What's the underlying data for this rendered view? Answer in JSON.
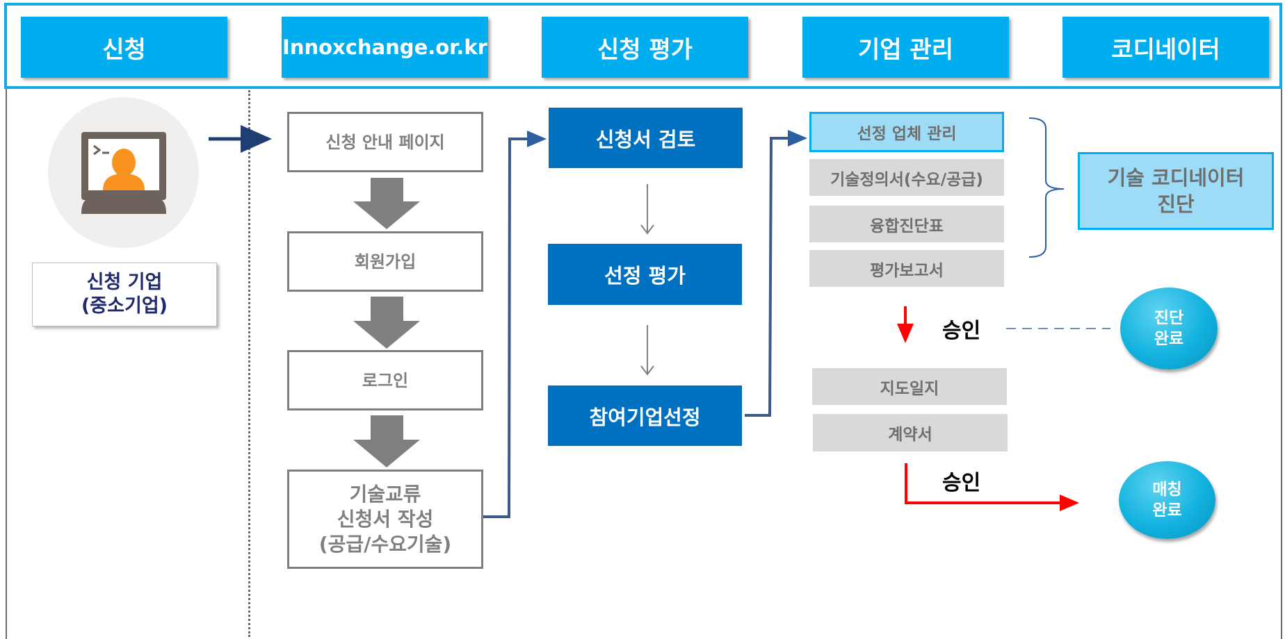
{
  "header": {
    "tabs": [
      "신청",
      "Innoxchange.or.kr",
      "신청 평가",
      "기업 관리",
      "코디네이터"
    ]
  },
  "applicant": {
    "line1": "신청 기업",
    "line2": "(중소기업)"
  },
  "application_steps": {
    "guide": "신청 안내 페이지",
    "signup": "회원가입",
    "login": "로그인",
    "form_line1": "기술교류",
    "form_line2": "신청서 작성",
    "form_line3": "(공급/수요기술)"
  },
  "evaluation_steps": {
    "review": "신청서 검토",
    "selection_eval": "선정 평가",
    "participant_selection": "참여기업선정"
  },
  "management": {
    "selected_company_mgmt": "선정 업체 관리",
    "tech_definition": "기술정의서(수요/공급)",
    "diagnosis_table": "융합진단표",
    "eval_report": "평가보고서",
    "guidance_log": "지도일지",
    "contract": "계약서"
  },
  "coordinator": {
    "line1": "기술 코디네이터",
    "line2": "진단"
  },
  "approvals": {
    "first": "승인",
    "second": "승인"
  },
  "outcomes": {
    "diagnosis_line1": "진단",
    "diagnosis_line2": "완료",
    "matching_line1": "매칭",
    "matching_line2": "완료"
  },
  "colors": {
    "header_blue": "#00aeef",
    "step_blue": "#0070c0",
    "arrow_navy": "#1f3f73",
    "approve_red": "#ff0000",
    "grey_box": "#d9d9d9"
  }
}
